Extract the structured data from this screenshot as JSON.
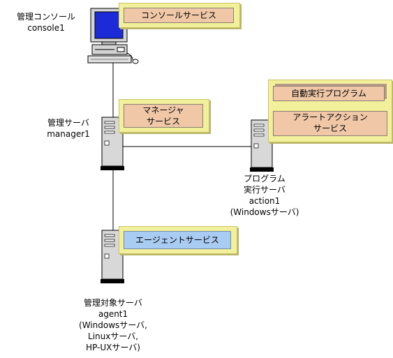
{
  "console": {
    "label_lines": [
      "管理コンソール",
      "console1"
    ],
    "services": [
      "コンソールサービス"
    ]
  },
  "manager": {
    "label_lines": [
      "管理サーバ",
      "manager1"
    ],
    "services": [
      [
        "マネージャ",
        "サービス"
      ]
    ]
  },
  "action": {
    "label_lines": [
      "プログラム",
      "実行サーバ",
      "action1",
      "(Windowsサーバ)"
    ],
    "services": [
      "自動実行プログラム",
      [
        "アラートアクション",
        "サービス"
      ]
    ]
  },
  "agent": {
    "label_lines": [
      "管理対象サーバ",
      "agent1",
      "(Windowsサーバ,",
      "Linuxサーバ,",
      "HP-UXサーバ)"
    ],
    "services": [
      "エージェントサービス"
    ]
  },
  "colors": {
    "panel": "#f2f09a",
    "service_orange": "#f0c8a8",
    "service_blue": "#a9ccf2",
    "monitor_screen": "#1c2ad8"
  }
}
